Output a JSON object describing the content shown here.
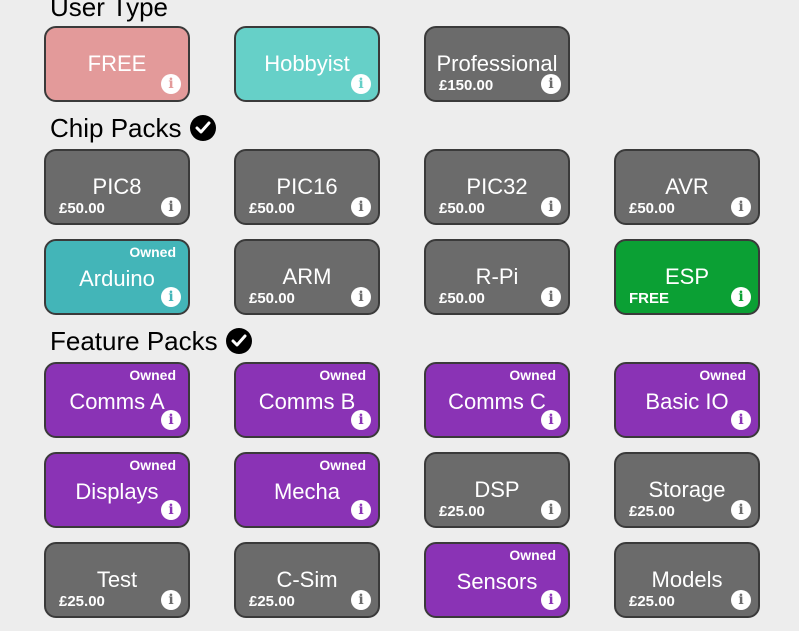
{
  "user_type": {
    "title": "User Type",
    "tiles": [
      {
        "name": "FREE",
        "price": "",
        "owned": "",
        "color": "#e39a9a"
      },
      {
        "name": "Hobbyist",
        "price": "",
        "owned": "",
        "color": "#66d0c8"
      },
      {
        "name": "Professional",
        "price": "£150.00",
        "owned": "",
        "color": "#6b6b6b"
      }
    ]
  },
  "chip_packs": {
    "title": "Chip Packs",
    "tiles": [
      {
        "name": "PIC8",
        "price": "£50.00",
        "owned": "",
        "color": "#6b6b6b"
      },
      {
        "name": "PIC16",
        "price": "£50.00",
        "owned": "",
        "color": "#6b6b6b"
      },
      {
        "name": "PIC32",
        "price": "£50.00",
        "owned": "",
        "color": "#6b6b6b"
      },
      {
        "name": "AVR",
        "price": "£50.00",
        "owned": "",
        "color": "#6b6b6b"
      },
      {
        "name": "Arduino",
        "price": "",
        "owned": "Owned",
        "color": "#43b5b8"
      },
      {
        "name": "ARM",
        "price": "£50.00",
        "owned": "",
        "color": "#6b6b6b"
      },
      {
        "name": "R-Pi",
        "price": "£50.00",
        "owned": "",
        "color": "#6b6b6b"
      },
      {
        "name": "ESP",
        "price": "FREE",
        "owned": "",
        "color": "#0ba034"
      }
    ]
  },
  "feature_packs": {
    "title": "Feature Packs",
    "tiles": [
      {
        "name": "Comms A",
        "price": "",
        "owned": "Owned",
        "color": "#8a33b5"
      },
      {
        "name": "Comms B",
        "price": "",
        "owned": "Owned",
        "color": "#8a33b5"
      },
      {
        "name": "Comms C",
        "price": "",
        "owned": "Owned",
        "color": "#8a33b5"
      },
      {
        "name": "Basic IO",
        "price": "",
        "owned": "Owned",
        "color": "#8a33b5"
      },
      {
        "name": "Displays",
        "price": "",
        "owned": "Owned",
        "color": "#8a33b5"
      },
      {
        "name": "Mecha",
        "price": "",
        "owned": "Owned",
        "color": "#8a33b5"
      },
      {
        "name": "DSP",
        "price": "£25.00",
        "owned": "",
        "color": "#6b6b6b"
      },
      {
        "name": "Storage",
        "price": "£25.00",
        "owned": "",
        "color": "#6b6b6b"
      },
      {
        "name": "Test",
        "price": "£25.00",
        "owned": "",
        "color": "#6b6b6b"
      },
      {
        "name": "C-Sim",
        "price": "£25.00",
        "owned": "",
        "color": "#6b6b6b"
      },
      {
        "name": "Sensors",
        "price": "",
        "owned": "Owned",
        "color": "#8a33b5"
      },
      {
        "name": "Models",
        "price": "£25.00",
        "owned": "",
        "color": "#6b6b6b"
      }
    ]
  },
  "icons": {
    "info": "info-icon",
    "check": "check-circle-icon"
  }
}
